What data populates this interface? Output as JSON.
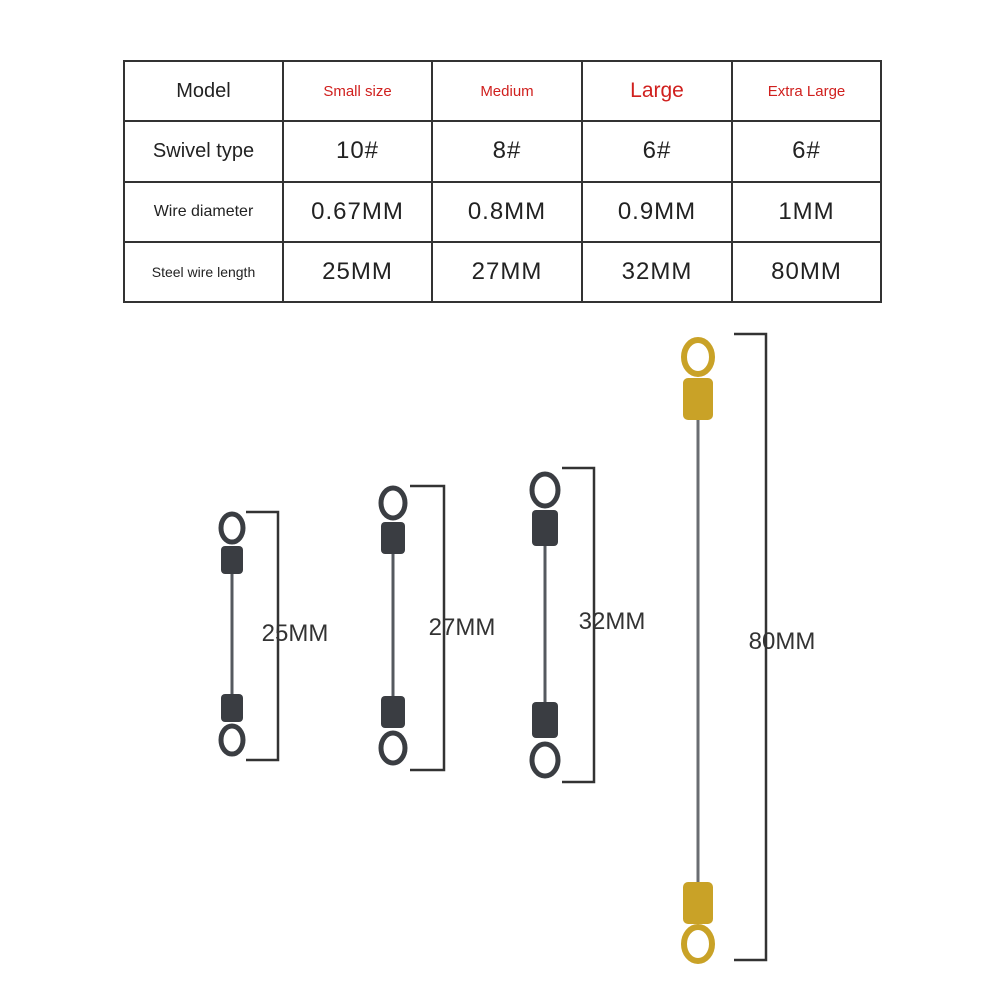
{
  "table": {
    "header": {
      "model_label": "Model",
      "sizes": [
        "Small size",
        "Medium",
        "Large",
        "Extra Large"
      ]
    },
    "rows": [
      {
        "label": "Swivel type",
        "values": [
          "10#",
          "8#",
          "6#",
          "6#"
        ]
      },
      {
        "label": "Wire diameter",
        "values": [
          "0.67MM",
          "0.8MM",
          "0.9MM",
          "1MM"
        ]
      },
      {
        "label": "Steel wire length",
        "values": [
          "25MM",
          "27MM",
          "32MM",
          "80MM"
        ]
      }
    ]
  },
  "figure": {
    "swivels": [
      {
        "length_label": "25MM",
        "color": "#3a3d42"
      },
      {
        "length_label": "27MM",
        "color": "#3a3d42"
      },
      {
        "length_label": "32MM",
        "color": "#3a3d42"
      },
      {
        "length_label": "80MM",
        "color": "#c9a227"
      }
    ]
  }
}
